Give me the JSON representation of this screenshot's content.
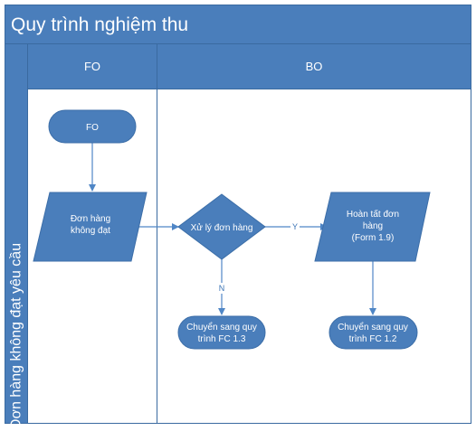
{
  "title": "Quy trình nghiệm thu",
  "side_label": "Đơn hàng không đạt yêu cầu",
  "lanes": [
    {
      "label": "FO"
    },
    {
      "label": "BO"
    }
  ],
  "nodes": {
    "start": {
      "shape": "terminator",
      "lines": [
        "FO"
      ]
    },
    "order_failed": {
      "shape": "data",
      "lines": [
        "Đơn hàng",
        "không đạt"
      ]
    },
    "process_order": {
      "shape": "decision",
      "lines": [
        "Xử lý đơn hàng"
      ]
    },
    "complete_order": {
      "shape": "data",
      "lines": [
        "Hoàn tất đơn",
        "hàng",
        "(Form 1.9)"
      ]
    },
    "to_fc13": {
      "shape": "terminator",
      "lines": [
        "Chuyển sang quy",
        "trình FC 1.3"
      ]
    },
    "to_fc12": {
      "shape": "terminator",
      "lines": [
        "Chuyển sang quy",
        "trình FC 1.2"
      ]
    }
  },
  "edges": [
    {
      "from": "start",
      "to": "order_failed",
      "label": ""
    },
    {
      "from": "order_failed",
      "to": "process_order",
      "label": ""
    },
    {
      "from": "process_order",
      "to": "complete_order",
      "label": "Y"
    },
    {
      "from": "process_order",
      "to": "to_fc13",
      "label": "N"
    },
    {
      "from": "complete_order",
      "to": "to_fc12",
      "label": ""
    }
  ],
  "colors": {
    "header_fill": "#4a7ebb",
    "header_border": "#3a6aa0",
    "node_fill": "#4a7ebb",
    "node_border": "#3c6ea8",
    "connector": "#4f86c6",
    "background": "#ffffff"
  }
}
